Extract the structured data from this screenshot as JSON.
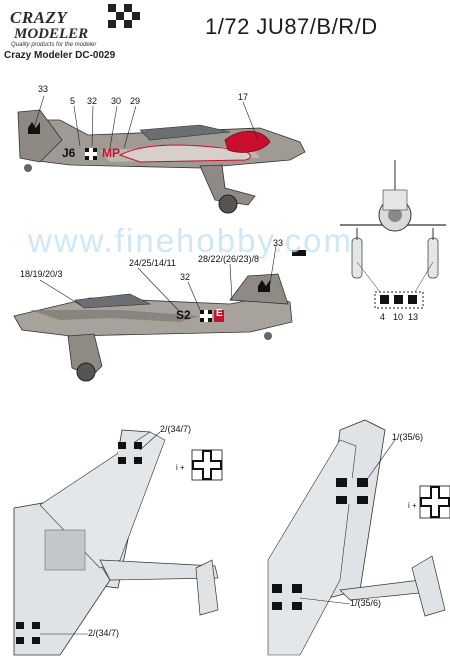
{
  "brand": {
    "line1": "CRAZY",
    "line2": "MODELER",
    "tagline": "Quality products for the modeler",
    "product_code": "Crazy Modeler DC-0029"
  },
  "title": "1/72 JU87/B/R/D",
  "watermark": "www.finehobby.com",
  "callouts": {
    "top_plane": [
      "33",
      "5",
      "32",
      "30",
      "29",
      "17"
    ],
    "fuselage_code_1": "J6",
    "fuselage_code_1b": "MP",
    "mid_plane": [
      "18/19/20/3",
      "24/25/14/11",
      "32",
      "28/22/(26/23)/8",
      "33"
    ],
    "fuselage_code_2": "S2",
    "fuselage_code_2b": "E",
    "front_view": [
      "4",
      "10",
      "13"
    ],
    "lower_left": [
      "2/(34/7)",
      "2/(34/7)"
    ],
    "lower_right": [
      "1/(35/6)",
      "1/(35/6)"
    ]
  },
  "colors": {
    "camo_dark": "#6e6a66",
    "camo_light": "#b9b4ae",
    "underside": "#dfe3e6",
    "red": "#c8102e"
  }
}
